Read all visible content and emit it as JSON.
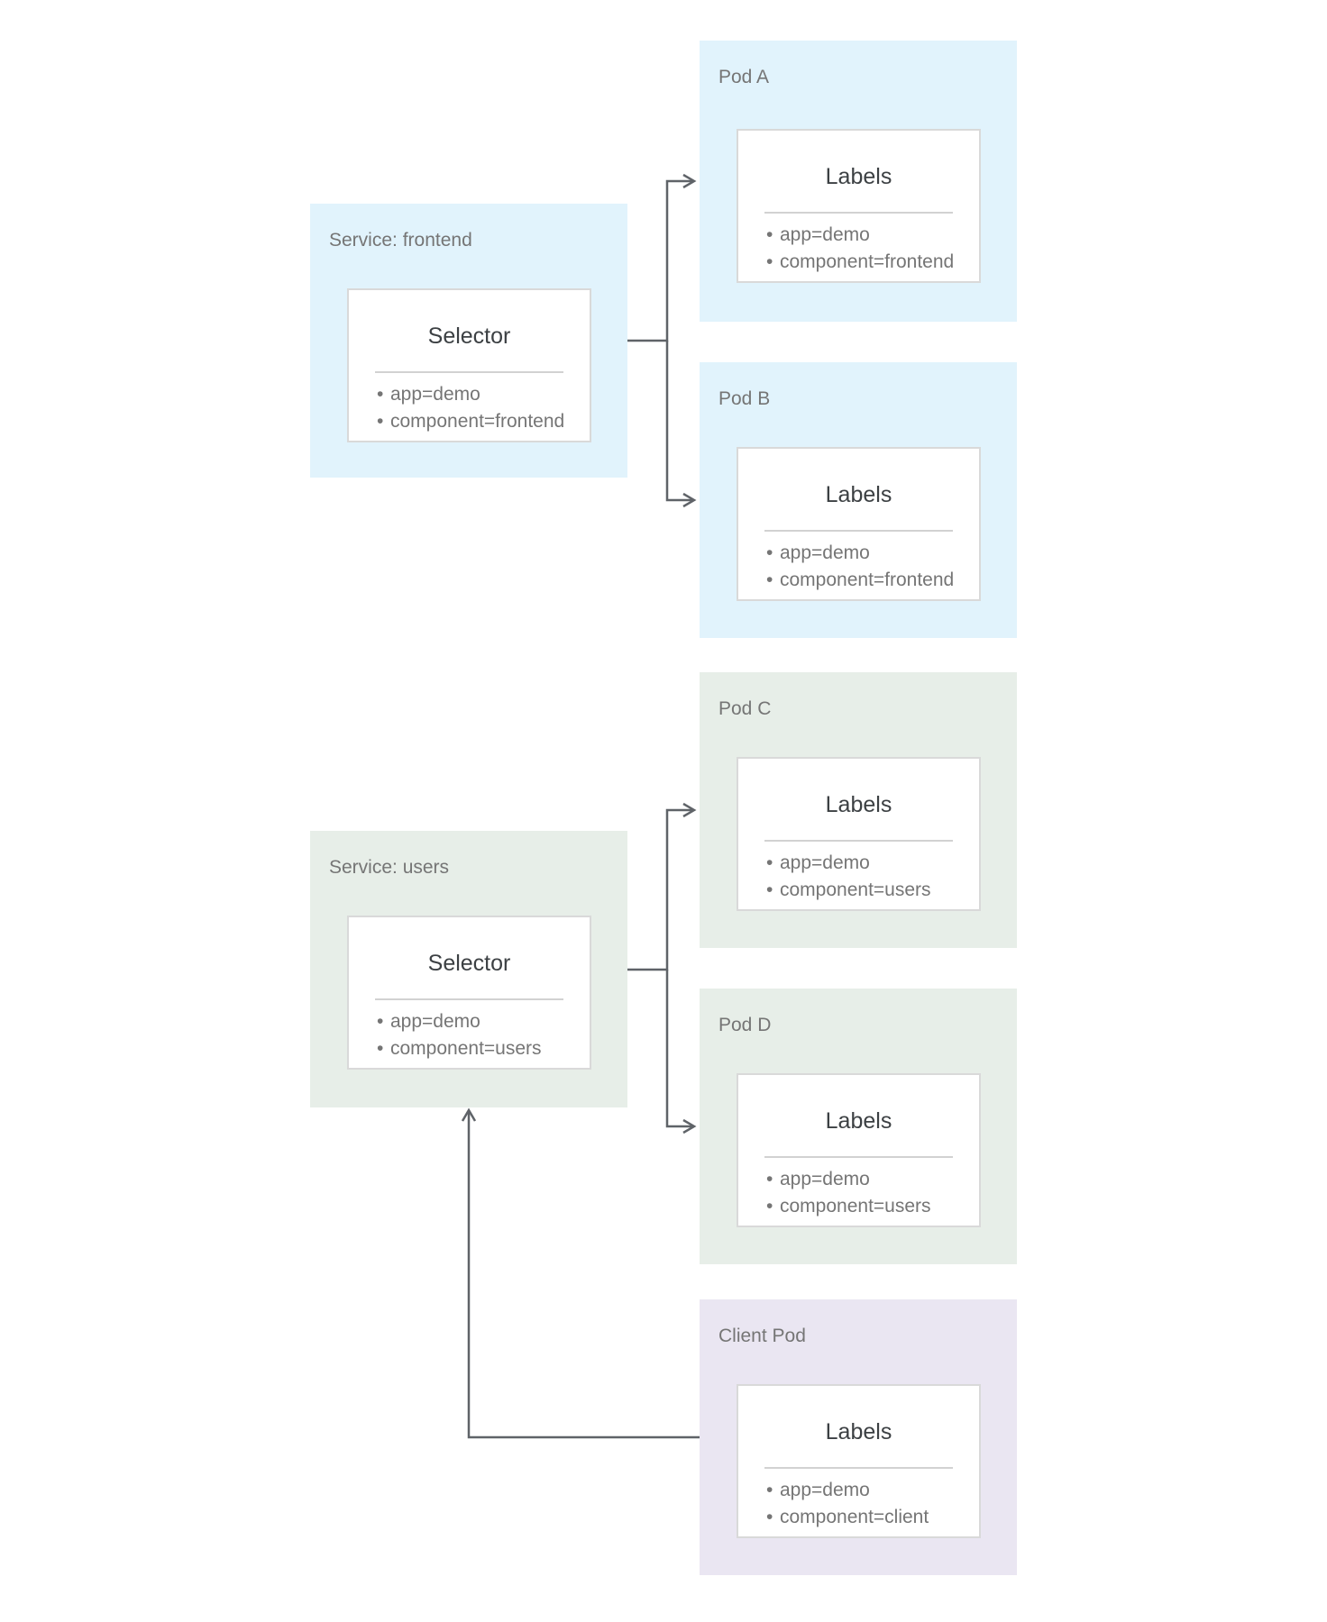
{
  "diagram": {
    "colors": {
      "service_pod_blue": "#e1f3fc",
      "service_pod_green": "#e7eee8",
      "client_pod_purple": "#eae6f2",
      "arrow": "#5f6368",
      "card_border": "#d9d9d9",
      "divider": "#d2d2d2",
      "heading_text": "#3c4043",
      "muted_text": "#757575"
    },
    "nodes": [
      {
        "title": "Service: frontend",
        "card_heading": "Selector",
        "items": [
          "app=demo",
          "component=frontend"
        ],
        "color": "service_pod_blue"
      },
      {
        "title": "Pod A",
        "card_heading": "Labels",
        "items": [
          "app=demo",
          "component=frontend"
        ],
        "color": "service_pod_blue"
      },
      {
        "title": "Pod B",
        "card_heading": "Labels",
        "items": [
          "app=demo",
          "component=frontend"
        ],
        "color": "service_pod_blue"
      },
      {
        "title": "Service: users",
        "card_heading": "Selector",
        "items": [
          "app=demo",
          "component=users"
        ],
        "color": "service_pod_green"
      },
      {
        "title": "Pod C",
        "card_heading": "Labels",
        "items": [
          "app=demo",
          "component=users"
        ],
        "color": "service_pod_green"
      },
      {
        "title": "Pod D",
        "card_heading": "Labels",
        "items": [
          "app=demo",
          "component=users"
        ],
        "color": "service_pod_green"
      },
      {
        "title": "Client Pod",
        "card_heading": "Labels",
        "items": [
          "app=demo",
          "component=client"
        ],
        "color": "client_pod_purple"
      }
    ]
  }
}
